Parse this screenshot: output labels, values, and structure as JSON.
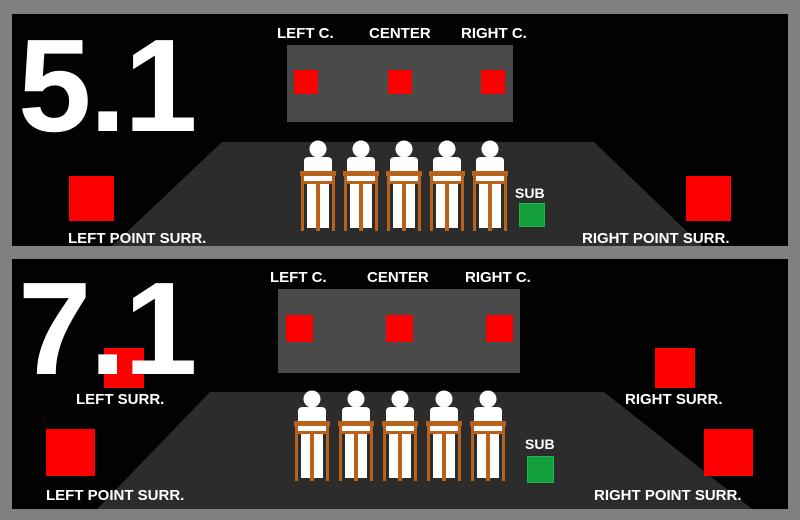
{
  "configs": {
    "five_one": {
      "title": "5.1",
      "labels": {
        "left_center": "LEFT C.",
        "center": "CENTER",
        "right_center": "RIGHT C.",
        "sub": "SUB",
        "left_point_surr": "LEFT POINT SURR.",
        "right_point_surr": "RIGHT POINT SURR."
      }
    },
    "seven_one": {
      "title": "7.1",
      "labels": {
        "left_center": "LEFT C.",
        "center": "CENTER",
        "right_center": "RIGHT C.",
        "sub": "SUB",
        "left_surr": "LEFT SURR.",
        "right_surr": "RIGHT SURR.",
        "left_point_surr": "LEFT POINT SURR.",
        "right_point_surr": "RIGHT POINT SURR."
      }
    }
  },
  "colors": {
    "background": "#808080",
    "panel": "#020202",
    "screen": "#4a4a4a",
    "speaker": "#ff0000",
    "subwoofer": "#129e3a",
    "chair": "#b8621c",
    "person": "#ffffff"
  }
}
